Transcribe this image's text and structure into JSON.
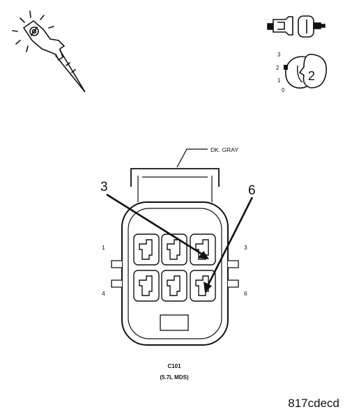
{
  "connector": {
    "wire_color": "DK. GRAY",
    "callouts": {
      "left": "3",
      "right": "6"
    },
    "pins": {
      "top_left": "1",
      "bottom_left": "4",
      "top_right": "3",
      "bottom_right": "6"
    },
    "name": "C101",
    "variant": "(5.7L MDS)"
  },
  "key_icon": {
    "positions": [
      "3",
      "2",
      "1",
      "0"
    ],
    "selected": "2"
  },
  "figure_id": "817cdecd",
  "icons": {
    "probe": "test-probe-icon",
    "connector_pair": "connector-pair-icon",
    "ignition_key": "ignition-key-icon"
  }
}
